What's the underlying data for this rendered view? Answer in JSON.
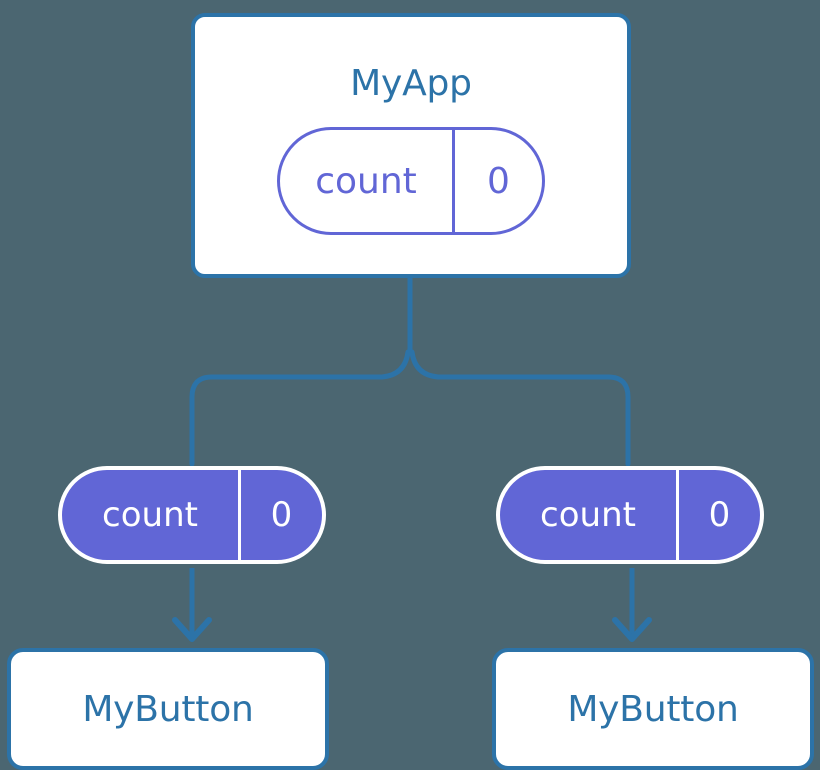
{
  "diagram": {
    "title_text": "MyApp",
    "background_color": "#4b6671",
    "component_border_color": "#2c73a8",
    "component_text_color": "#2c73a8",
    "state_color": "#6166d6",
    "edge_color": "#2c73a8",
    "nodes": {
      "app": {
        "label": "MyApp",
        "state": {
          "key": "count",
          "value": "0"
        }
      },
      "left_state": {
        "key": "count",
        "value": "0"
      },
      "right_state": {
        "key": "count",
        "value": "0"
      },
      "left_button": {
        "label": "MyButton"
      },
      "right_button": {
        "label": "MyButton"
      }
    }
  }
}
